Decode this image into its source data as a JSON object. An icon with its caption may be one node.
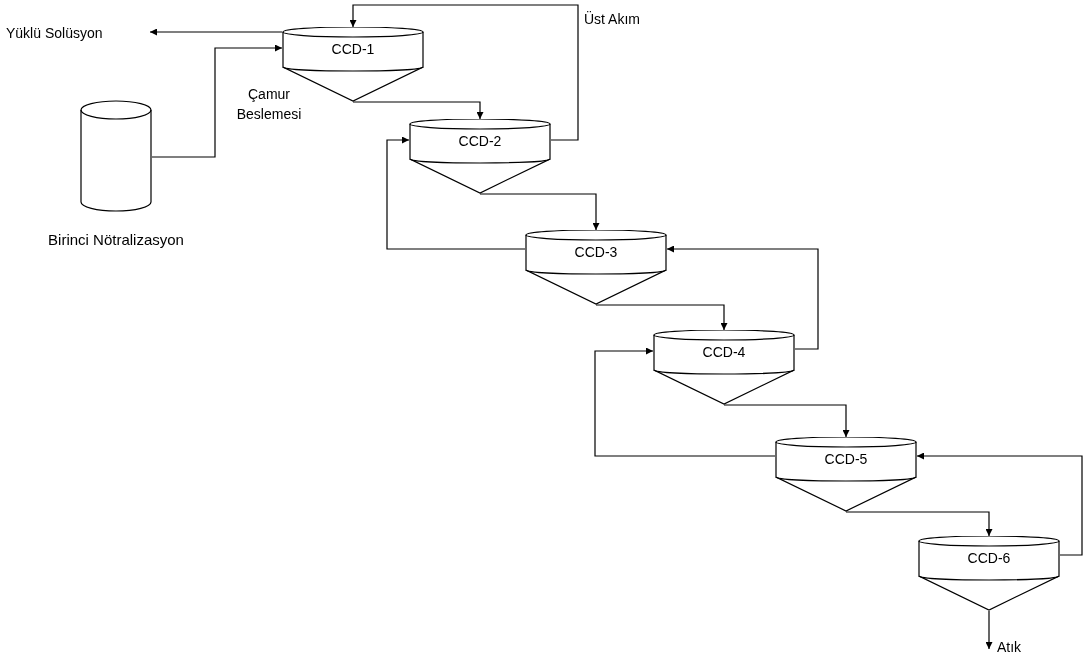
{
  "diagram": {
    "nodes": [
      {
        "text": [],
        "shape": "cylinder",
        "beside": [
          "Birinci Nötralizasyon"
        ]
      },
      {
        "text": [
          "CCD-1"
        ]
      },
      {
        "text": [
          "CCD-2"
        ]
      },
      {
        "text": [
          "CCD-3"
        ]
      },
      {
        "text": [
          "CCD-4"
        ]
      },
      {
        "text": [
          "CCD-5"
        ]
      },
      {
        "text": [
          "CCD-6"
        ]
      },
      {
        "text": [
          "Yüklü Solüsyon"
        ]
      },
      {
        "text": [
          "Atık"
        ]
      }
    ],
    "edges": [
      {
        "from": 0,
        "to": 1,
        "arrow": "to",
        "label": "Çamur Beslemesi"
      },
      {
        "from": 1,
        "to": 7,
        "arrow": "to"
      },
      {
        "from": 1,
        "to": 2,
        "arrow": "to"
      },
      {
        "from": 2,
        "to": 1,
        "arrow": "to",
        "label": "Üst Akım"
      },
      {
        "from": 2,
        "to": 3,
        "arrow": "to"
      },
      {
        "from": 3,
        "to": 2,
        "arrow": "to"
      },
      {
        "from": 3,
        "to": 4,
        "arrow": "to"
      },
      {
        "from": 4,
        "to": 3,
        "arrow": "to"
      },
      {
        "from": 4,
        "to": 5,
        "arrow": "to"
      },
      {
        "from": 5,
        "to": 4,
        "arrow": "to"
      },
      {
        "from": 5,
        "to": 6,
        "arrow": "to"
      },
      {
        "from": 6,
        "to": 5,
        "arrow": "to"
      },
      {
        "from": 6,
        "to": 8,
        "arrow": "to"
      }
    ]
  }
}
